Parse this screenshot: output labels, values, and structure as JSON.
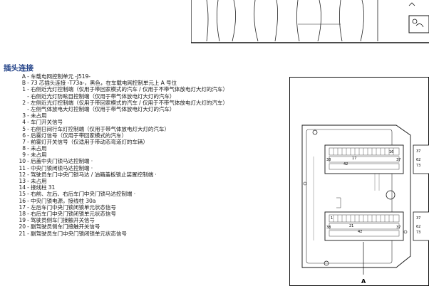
{
  "section_title": "插头连接",
  "rows": [
    {
      "pin": "A",
      "desc": "车载电网控制单元 -J519-"
    },
    {
      "pin": "B",
      "desc": "73 芯插头连接 -T73a-，黑色，在车载电网控制单元上 A 号位"
    },
    {
      "pin": "1",
      "desc": "右侧近光灯控制端（仅用于带回家模式的汽车 / 仅用于不带气体放电灯大灯的汽车）"
    },
    {
      "pin": "",
      "desc": "右侧近光灯防眩目控制端（仅用于带气体放电灯大灯的汽车）"
    },
    {
      "pin": "2",
      "desc": "左侧近光灯控制端（仅用于带回家模式的汽车 / 仅用于不带气体放电灯大灯的汽车）"
    },
    {
      "pin": "",
      "desc": "左侧气体放电大灯控制端（仅用于带气体放电灯大灯的汽车）"
    },
    {
      "pin": "3",
      "desc": "未占用"
    },
    {
      "pin": "4",
      "desc": "车门开关信号"
    },
    {
      "pin": "5",
      "desc": "右侧日间行车灯控制端（仅用于带气体放电灯大灯的汽车）"
    },
    {
      "pin": "6",
      "desc": "后雾灯信号（仅用于带回家模式的汽车）"
    },
    {
      "pin": "7",
      "desc": "前雾灯开关信号（仅适用于带动态弯道灯的车辆）"
    },
    {
      "pin": "8",
      "desc": "未占用"
    },
    {
      "pin": "9",
      "desc": "未占用"
    },
    {
      "pin": "10",
      "desc": "后盖中央门锁马达控制端  ·"
    },
    {
      "pin": "11",
      "desc": "中央门锁闭锁马达控制端  ·"
    },
    {
      "pin": "12",
      "desc": "驾驶员车门中央门锁马达 / 油箱盖板锁止装置控制端  ·"
    },
    {
      "pin": "13",
      "desc": "未占用"
    },
    {
      "pin": "14",
      "desc": "接线柱 31"
    },
    {
      "pin": "15",
      "desc": "右前、左后、右后车门中央门锁马达控制端  ·"
    },
    {
      "pin": "16",
      "desc": "中央门锁电源，接线柱 30a"
    },
    {
      "pin": "17",
      "desc": "左后车门中央门锁闭锁单元状态信号"
    },
    {
      "pin": "18",
      "desc": "右后车门中央门锁闭锁单元状态信号"
    },
    {
      "pin": "19",
      "desc": "驾驶员侧车门接触开关信号"
    },
    {
      "pin": "20",
      "desc": "副驾驶员侧车门接触开关信号"
    },
    {
      "pin": "21",
      "desc": "副驾驶员车门中央门锁闭锁单元状态信号"
    }
  ],
  "connector": {
    "callout": "A",
    "upper_pins": {
      "top_right": "16",
      "left": "38",
      "mid_top": "17",
      "mid_bottom": "42",
      "right": "37"
    },
    "lower_pins": {
      "top_left": "1",
      "mid_top": "21",
      "mid_bottom": "42",
      "left": "38",
      "right": "37"
    },
    "side_labels_upper": [
      "37",
      "62",
      "73"
    ],
    "side_labels_lower": [
      "37",
      "62",
      "73"
    ]
  }
}
